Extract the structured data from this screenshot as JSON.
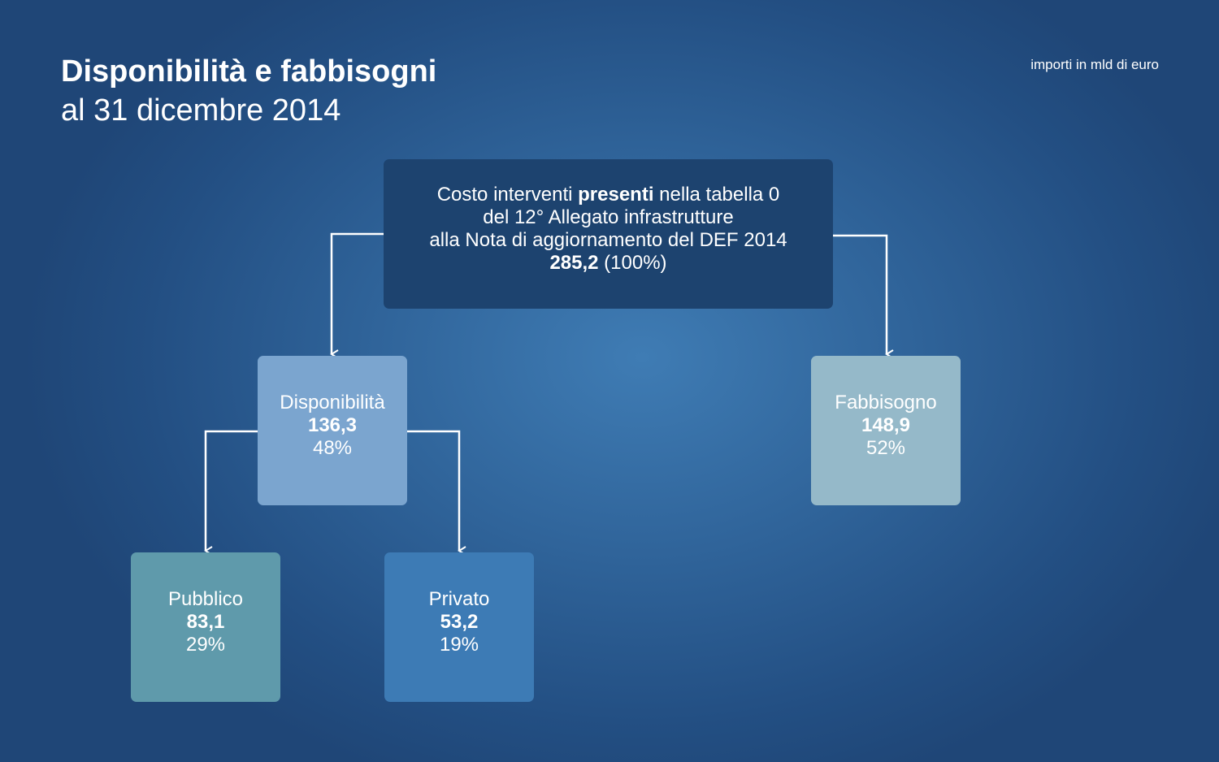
{
  "header": {
    "title": "Disponibilità e fabbisogni",
    "subtitle": "al 31 dicembre 2014",
    "unit_note": "importi in mld  di euro"
  },
  "nodes": {
    "root": {
      "line1_pre": "Costo interventi ",
      "line1_bold": "presenti",
      "line1_post": " nella tabella 0",
      "line2": "del 12° Allegato infrastrutture",
      "line3": "alla Nota di aggiornamento del DEF 2014",
      "value": "285,2",
      "percent": " (100%)"
    },
    "disponibilita": {
      "label": "Disponibilità",
      "value": "136,3",
      "percent": "48%"
    },
    "fabbisogno": {
      "label": "Fabbisogno",
      "value": "148,9",
      "percent": "52%"
    },
    "pubblico": {
      "label": "Pubblico",
      "value": "83,1",
      "percent": "29%"
    },
    "privato": {
      "label": "Privato",
      "value": "53,2",
      "percent": "19%"
    }
  },
  "colors": {
    "background_center": "#3f7cb4",
    "background_edge": "#1f4677",
    "root_box": "#1d436f",
    "disponibilita_box": "#7ba5cf",
    "fabbisogno_box": "#95b9c9",
    "pubblico_box": "#5f9aab",
    "privato_box": "#3d7bb5",
    "connector": "#ffffff"
  }
}
